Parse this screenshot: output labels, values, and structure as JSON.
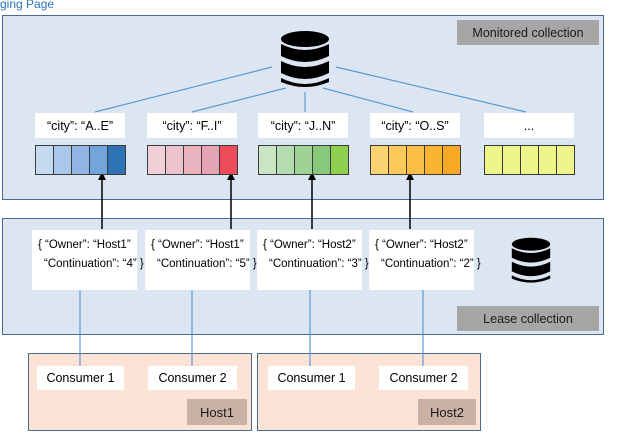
{
  "header_link": "ging Page",
  "monitored_collection": {
    "label": "Monitored collection",
    "partitions": [
      {
        "key": "“city”: “A..E”"
      },
      {
        "key": "“city”: “F..I”"
      },
      {
        "key": "“city”: “J..N”"
      },
      {
        "key": "“city”: “O..S”"
      },
      {
        "key": "..."
      }
    ],
    "partition_colors": [
      [
        "#c5d9ef",
        "#a9c7ea",
        "#8fb6e3",
        "#74a4dc",
        "#2e74b5"
      ],
      [
        "#f2d0d8",
        "#eec2cc",
        "#e9b3c0",
        "#e5a4b4",
        "#ee4c5a"
      ],
      [
        "#c9e5c4",
        "#b5dcae",
        "#9fd396",
        "#86c97b",
        "#8fd050"
      ],
      [
        "#fbd270",
        "#fbc85a",
        "#fbbe44",
        "#fab430",
        "#f9a825"
      ],
      [
        "#eef58a",
        "#eef58a",
        "#eef58a",
        "#eef58a",
        "#eef58a"
      ]
    ]
  },
  "lease_collection": {
    "label": "Lease collection",
    "leases": [
      {
        "owner_line": "{ “Owner”: “Host1”",
        "continuation_line": "“Continuation”: “4” }"
      },
      {
        "owner_line": "{ “Owner”: “Host1”",
        "continuation_line": "“Continuation”: “5” }"
      },
      {
        "owner_line": "{ “Owner”: “Host2”",
        "continuation_line": "“Continuation”: “3” }"
      },
      {
        "owner_line": "{ “Owner”: “Host2”",
        "continuation_line": "“Continuation”: “2” }"
      }
    ]
  },
  "hosts": [
    {
      "label": "Host1",
      "consumers": [
        "Consumer 1",
        "Consumer 2"
      ]
    },
    {
      "label": "Host2",
      "consumers": [
        "Consumer 1",
        "Consumer 2"
      ]
    }
  ]
}
